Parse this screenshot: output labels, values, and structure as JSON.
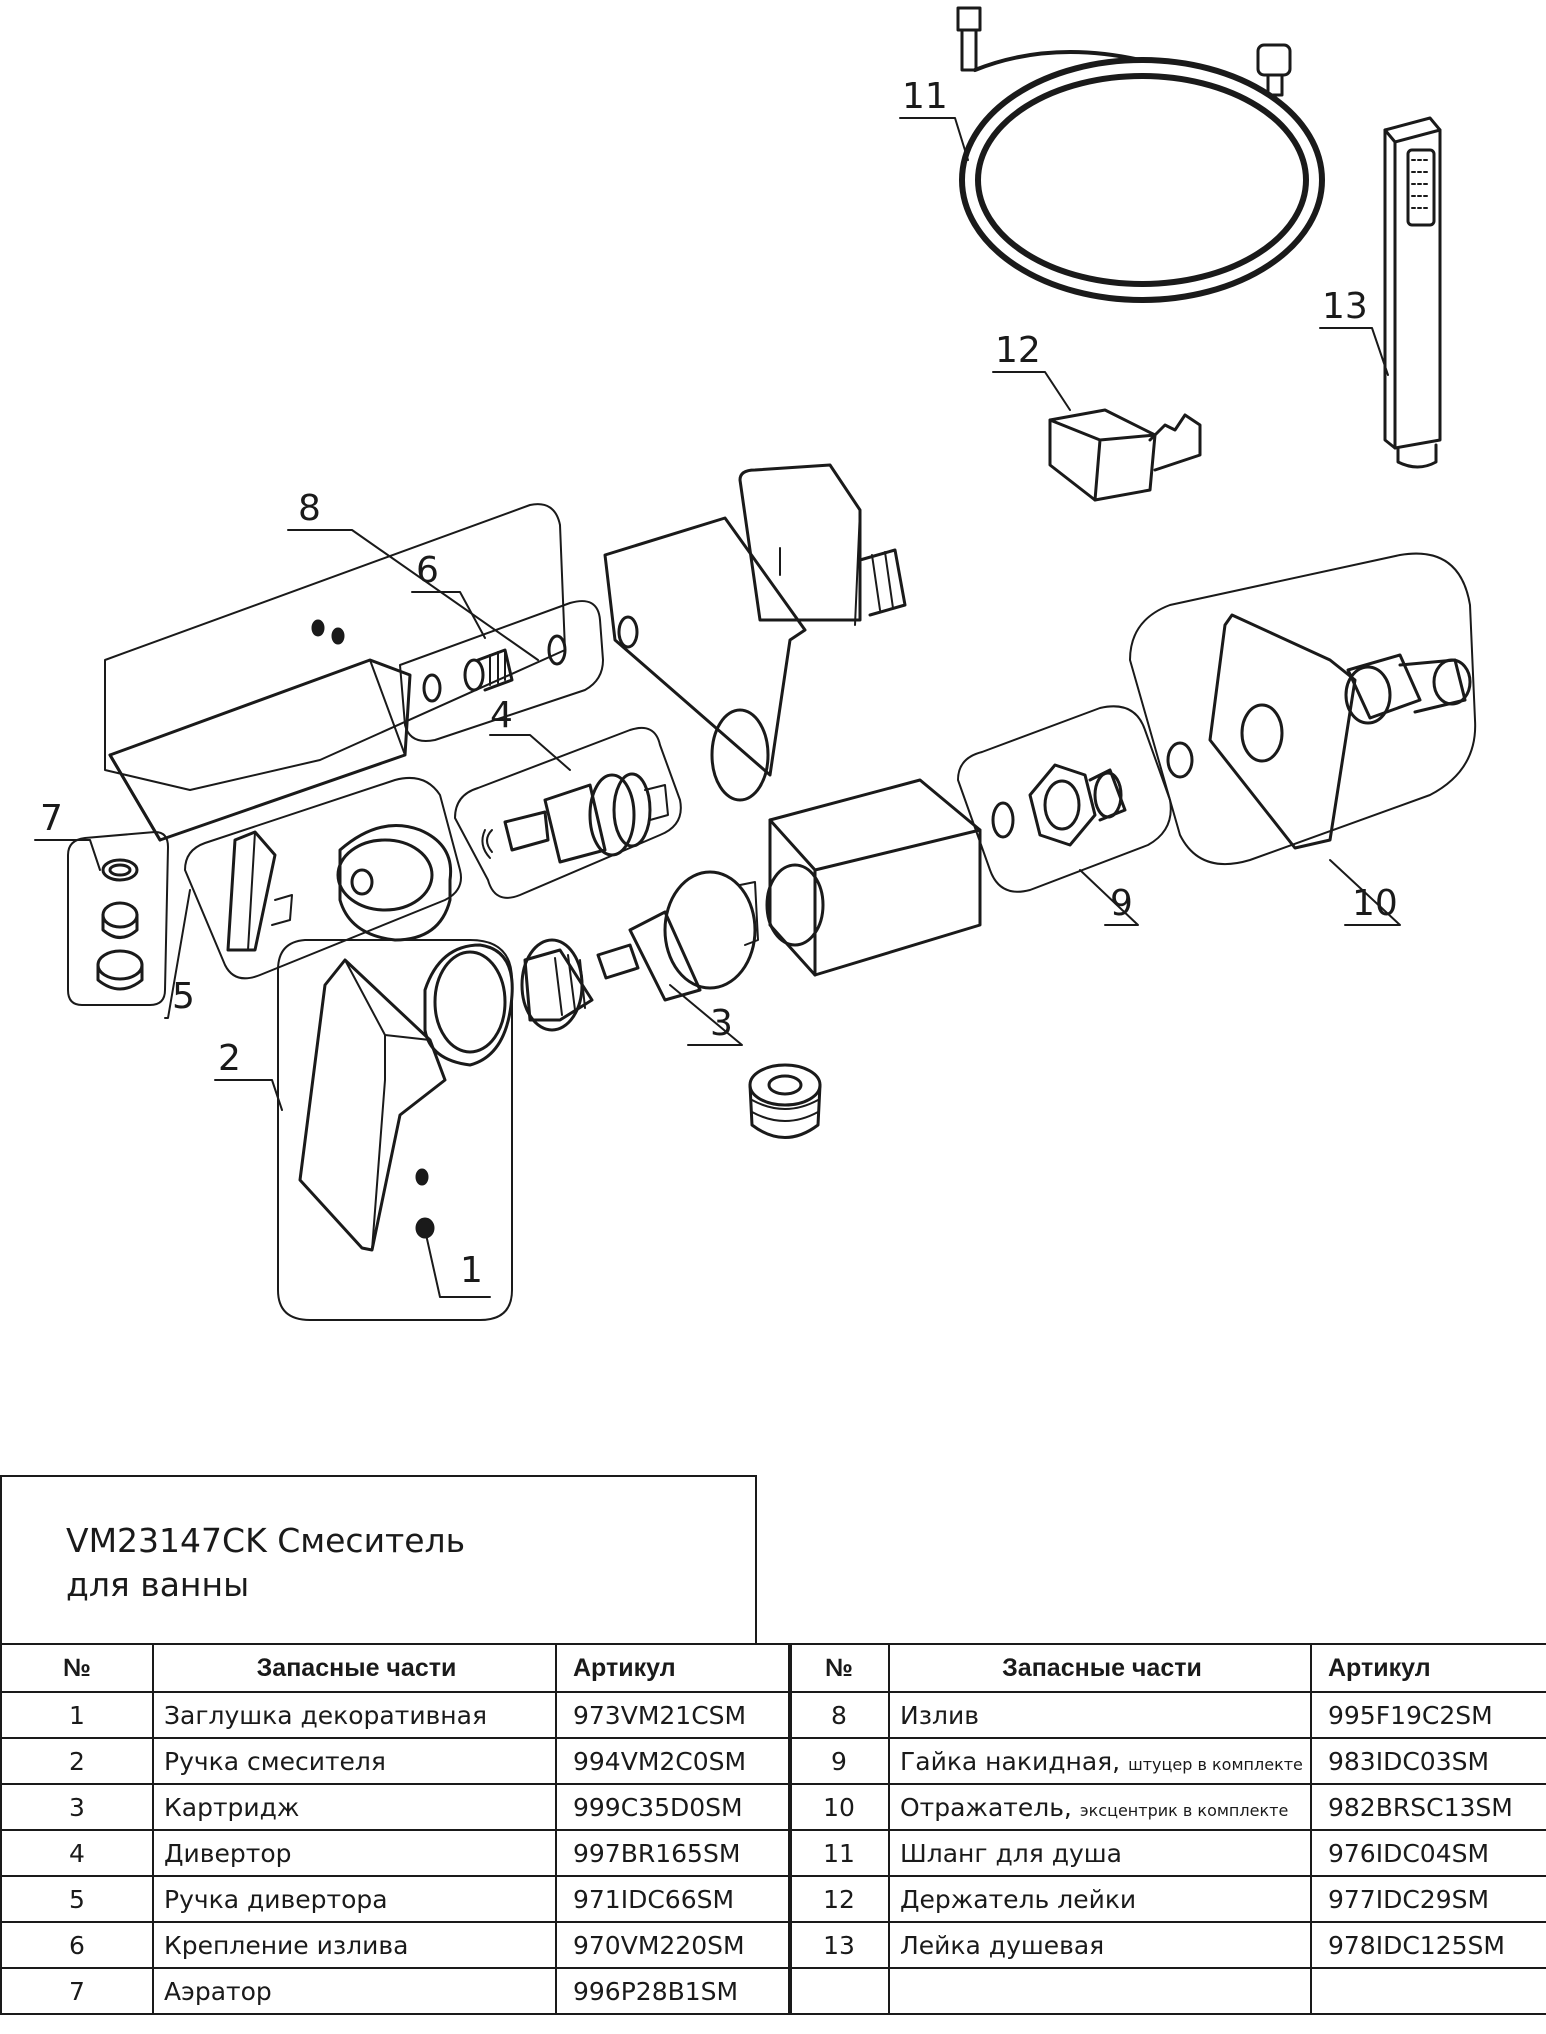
{
  "title": {
    "line1": "VM23147CK Смеситель",
    "line2": "для ванны"
  },
  "table_headers": {
    "num": "№",
    "part": "Запасные части",
    "article": "Артикул"
  },
  "callouts": [
    "1",
    "2",
    "3",
    "4",
    "5",
    "6",
    "7",
    "8",
    "9",
    "10",
    "11",
    "12",
    "13"
  ],
  "parts_left": [
    {
      "num": "1",
      "name": "Заглушка декоративная",
      "note": "",
      "article": "973VM21CSM"
    },
    {
      "num": "2",
      "name": "Ручка смесителя",
      "note": "",
      "article": "994VM2C0SM"
    },
    {
      "num": "3",
      "name": "Картридж",
      "note": "",
      "article": "999C35D0SM"
    },
    {
      "num": "4",
      "name": "Дивертор",
      "note": "",
      "article": "997BR165SM"
    },
    {
      "num": "5",
      "name": "Ручка дивертора",
      "note": "",
      "article": "971IDC66SM"
    },
    {
      "num": "6",
      "name": "Крепление излива",
      "note": "",
      "article": "970VM220SM"
    },
    {
      "num": "7",
      "name": "Аэратор",
      "note": "",
      "article": "996P28B1SM"
    }
  ],
  "parts_right": [
    {
      "num": "8",
      "name": "Излив",
      "note": "",
      "article": "995F19C2SM"
    },
    {
      "num": "9",
      "name": "Гайка накидная,",
      "note": "штуцер в комплекте",
      "article": "983IDC03SM"
    },
    {
      "num": "10",
      "name": "Отражатель,",
      "note": "эксцентрик в комплекте",
      "article": "982BRSC13SM"
    },
    {
      "num": "11",
      "name": "Шланг для душа",
      "note": "",
      "article": "976IDC04SM"
    },
    {
      "num": "12",
      "name": "Держатель лейки",
      "note": "",
      "article": "977IDC29SM"
    },
    {
      "num": "13",
      "name": "Лейка душевая",
      "note": "",
      "article": "978IDC125SM"
    },
    {
      "num": "",
      "name": "",
      "note": "",
      "article": ""
    }
  ]
}
